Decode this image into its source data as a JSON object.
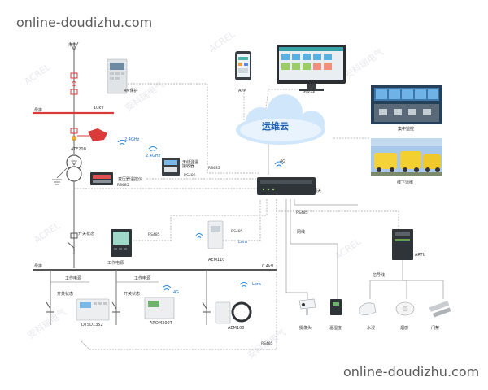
{
  "watermark": {
    "top_left": "online-doudizhu.com",
    "bottom_right": "online-doudizhu.com",
    "faint_text": [
      "ACREL",
      "安科瑞电气",
      "ACREL",
      "安科瑞电气",
      "ACREL",
      "安科瑞电气",
      "ACREL",
      "安科瑞电气"
    ]
  },
  "top": {
    "city_power": "市电",
    "protection_device": "4M保护",
    "voltage_10kv": "10kV",
    "bus_label": "母排",
    "temp_sensor": "ATE200",
    "wireless_freq": "2.4GHz",
    "wireless_freq2": "2.4GHz",
    "wireless_receiver": "无线测温\n接收器",
    "transformer_monitor": "变压器温控仪"
  },
  "cloud": {
    "title": "运维云",
    "app_label": "APP",
    "browser_label": "浏览器",
    "signal_4g": "4G",
    "gateway": "网关"
  },
  "right": {
    "central_monitor": "集中监控",
    "offline_ops": "线下运维",
    "network": "网线",
    "signal_line": "信号线",
    "artu": "ARTU",
    "devices": [
      "摄像头",
      "温湿度",
      "水浸",
      "烟感",
      "门禁"
    ]
  },
  "bus_links": [
    "RS485",
    "RS485",
    "RS485",
    "RS485",
    "RS485",
    "RS485",
    "RS485"
  ],
  "low_voltage": {
    "switch_state": "开关状态",
    "working_power": "工作电源",
    "bus_04kv": "0.4kV",
    "bus_label": "母排",
    "aem110": "AEM110",
    "lora": "Lora",
    "lora2": "Lora",
    "branches": [
      {
        "switch": "开关状态",
        "power": "工作电源",
        "device": "DTSD1352"
      },
      {
        "switch": "开关状态",
        "power": "工作电源",
        "device": "AROM300T"
      },
      {
        "device": "AEM100"
      }
    ],
    "signal_4g": "4G"
  },
  "colors": {
    "line": "#7a7a7a",
    "dashed": "#9a9a9a",
    "red": "#d93a3a",
    "cloud_blue": "#3a8ee6",
    "screen_dark": "#2f3c4a",
    "device_gray": "#c9ccd0"
  }
}
